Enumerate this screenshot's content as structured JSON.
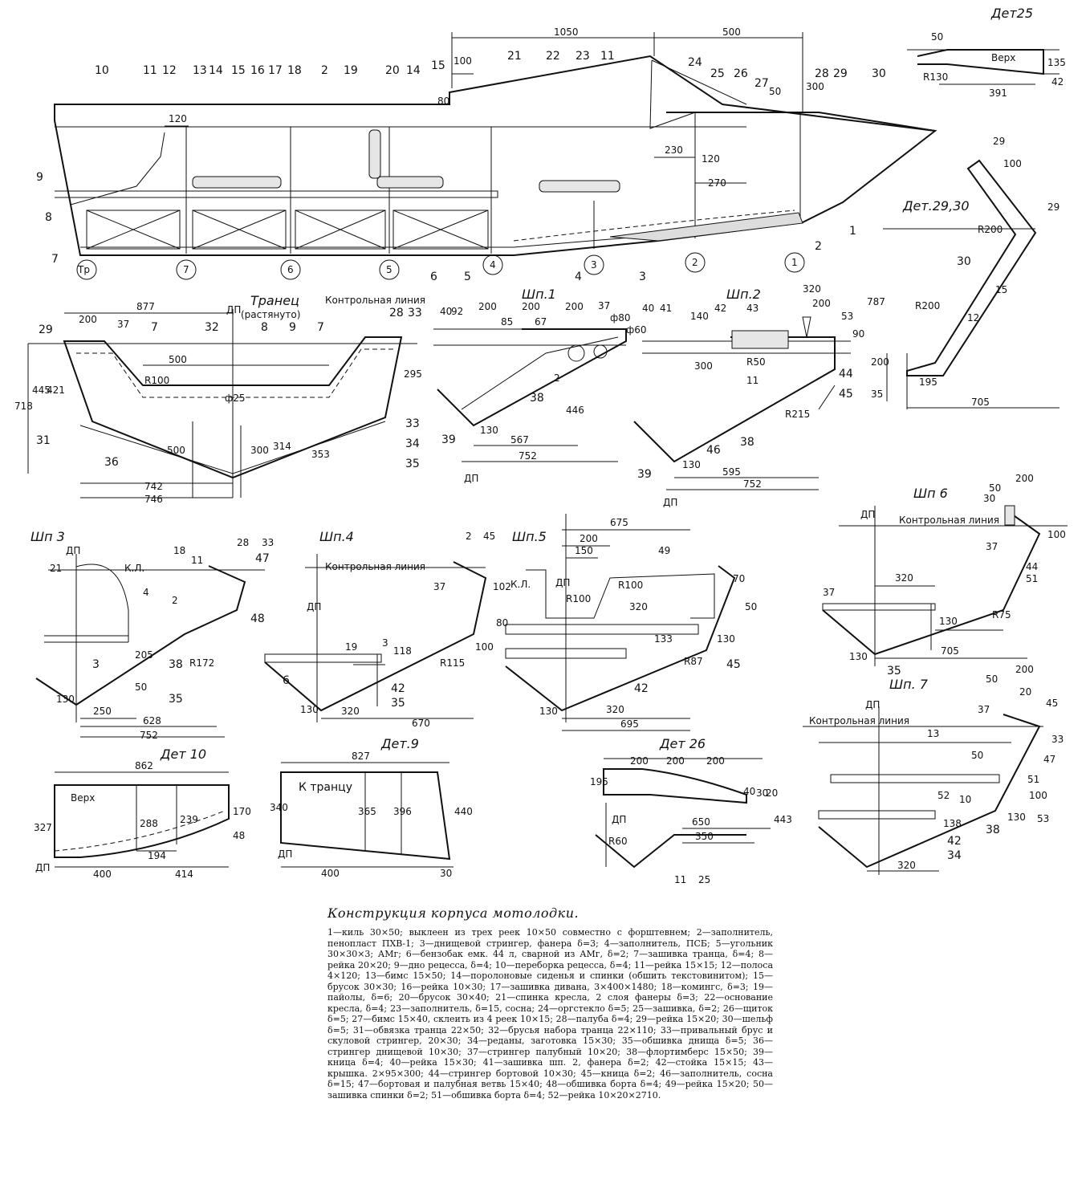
{
  "views": {
    "profile": {
      "dims": [
        "1050",
        "500",
        "100",
        "80",
        "120",
        "50",
        "300",
        "230",
        "120",
        "270"
      ],
      "callouts": [
        "10",
        "11",
        "12",
        "13",
        "14",
        "15",
        "16",
        "17",
        "18",
        "2",
        "19",
        "20",
        "14",
        "15",
        "21",
        "22",
        "23",
        "11",
        "24",
        "25",
        "26",
        "27",
        "28",
        "29",
        "30",
        "9",
        "8",
        "7",
        "1",
        "2",
        "3",
        "4",
        "5",
        "6",
        "3"
      ],
      "frames": [
        "Тр",
        "7",
        "6",
        "5",
        "4",
        "3",
        "2",
        "1"
      ]
    },
    "det25": {
      "title": "Дет25",
      "text": "Верх",
      "dims": [
        "50",
        "135",
        "R130",
        "391",
        "42"
      ]
    },
    "det2930": {
      "title": "Дет.29,30",
      "dims": [
        "100",
        "29",
        "29",
        "R200",
        "30",
        "15",
        "12",
        "R200",
        "787",
        "200",
        "35",
        "195",
        "705"
      ]
    },
    "transom": {
      "title": "Транец",
      "subtitle": "(растянуто)",
      "control": "Контрольная линия",
      "dp": "ДП",
      "dims": [
        "877",
        "200",
        "37",
        "500",
        "R100",
        "ф25",
        "718",
        "445",
        "421",
        "295",
        "500",
        "300",
        "314",
        "353",
        "742",
        "746"
      ],
      "callouts": [
        "29",
        "7",
        "32",
        "8",
        "9",
        "7",
        "28",
        "33",
        "31",
        "36",
        "33",
        "34",
        "35"
      ]
    },
    "shp1": {
      "title": "Шп.1",
      "dp": "ДП",
      "dims": [
        "40",
        "92",
        "200",
        "200",
        "200",
        "85",
        "67",
        "37",
        "ф80",
        "ф60",
        "2",
        "446",
        "130",
        "567",
        "752"
      ],
      "callouts": [
        "38",
        "39"
      ]
    },
    "shp2": {
      "title": "Шп.2",
      "dp": "ДП",
      "dims": [
        "320",
        "200",
        "40",
        "41",
        "140",
        "42",
        "43",
        "53",
        "90",
        "300",
        "R50",
        "11",
        "R215",
        "130",
        "595",
        "752"
      ],
      "callouts": [
        "44",
        "45",
        "38",
        "46",
        "39"
      ]
    },
    "shp3": {
      "title": "Шп 3",
      "dp": "ДП",
      "kl": "К.Л.",
      "dims": [
        "21",
        "18",
        "11",
        "28",
        "33",
        "4",
        "2",
        "205",
        "R172",
        "50",
        "130",
        "250",
        "628",
        "752"
      ],
      "callouts": [
        "47",
        "48",
        "3",
        "38",
        "35"
      ]
    },
    "shp4": {
      "title": "Шп.4",
      "dp": "ДП",
      "control": "Контрольная линия",
      "dims": [
        "2",
        "45",
        "37",
        "102",
        "19",
        "3",
        "118",
        "R115",
        "100",
        "130",
        "320",
        "670"
      ],
      "callouts": [
        "6",
        "42",
        "35"
      ]
    },
    "shp5": {
      "title": "Шп.5",
      "dp": "ДП",
      "kl": "К.Л.",
      "dims": [
        "675",
        "200",
        "150",
        "R100",
        "R100",
        "320",
        "80",
        "49",
        "70",
        "50",
        "133",
        "130",
        "R87",
        "130",
        "320",
        "695"
      ],
      "callouts": [
        "42",
        "45"
      ]
    },
    "shp6": {
      "title": "Шп 6",
      "dp": "ДП",
      "control": "Контрольная линия",
      "dims": [
        "200",
        "50",
        "30",
        "37",
        "100",
        "44",
        "51",
        "320",
        "37",
        "130",
        "R75",
        "130",
        "705"
      ],
      "callouts": [
        "35"
      ]
    },
    "shp7": {
      "title": "Шп. 7",
      "dp": "ДП",
      "control": "Контрольная линия",
      "dims": [
        "200",
        "50",
        "20",
        "13",
        "37",
        "45",
        "33",
        "50",
        "47",
        "51",
        "52",
        "10",
        "138",
        "100",
        "130",
        "53",
        "320"
      ],
      "callouts": [
        "42",
        "38",
        "34"
      ]
    },
    "det10": {
      "title": "Дет 10",
      "text": "Верх",
      "dp": "ДП",
      "dims": [
        "862",
        "327",
        "288",
        "239",
        "170",
        "48",
        "194",
        "400",
        "414"
      ]
    },
    "det9": {
      "title": "Дет.9",
      "text": "К транцу",
      "dp": "ДП",
      "dims": [
        "827",
        "340",
        "365",
        "396",
        "440",
        "400",
        "30"
      ]
    },
    "det26": {
      "title": "Дет 26",
      "dp": "ДП",
      "dims": [
        "200",
        "200",
        "200",
        "195",
        "40",
        "30",
        "20",
        "443",
        "650",
        "350",
        "R60",
        "11",
        "25"
      ]
    }
  },
  "caption": {
    "title": "Конструкция корпуса мотолодки.",
    "body": "1—киль 30×50; выклеен из трех реек 10×50 совместно с форштевнем; 2—заполнитель, пенопласт ПХВ-1; 3—днищевой стрингер, фанера δ=3; 4—заполнитель, ПСБ; 5—угольник 30×30×3; АМг; 6—бензобак емк. 44 л, сварной из АМг, δ=2; 7—зашивка транца, δ=4; 8—рейка 20×20; 9—дно рецесса, δ=4; 10—переборка рецесса, δ=4; 11—рейка 15×15; 12—полоса 4×120; 13—бимс 15×50; 14—поролоновые сиденья и спинки (обшить текстовинитом); 15—брусок 30×30; 16—рейка 10×30; 17—зашивка дивана, 3×400×1480; 18—комингс, δ=3; 19—пайолы, δ=6; 20—брусок 30×40; 21—спинка кресла, 2 слоя фанеры δ=3; 22—основание кресла, δ=4; 23—заполнитель, δ=15, сосна; 24—оргстекло δ=5; 25—зашивка, δ=2; 26—щиток δ=5; 27—бимс 15×40, склеить из 4 реек 10×15; 28—палуба δ=4; 29—рейка 15×20; 30—шельф δ=5; 31—обвязка транца 22×50; 32—брусья набора транца 22×110; 33—привальный брус и скуловой стрингер, 20×30; 34—реданы, заготовка 15×30; 35—обшивка днища δ=5; 36—стрингер днищевой 10×30; 37—стрингер палубный 10×20; 38—флортимберс 15×50; 39—кница δ=4; 40—рейка 15×30; 41—зашивка шп. 2, фанера δ=2; 42—стойка 15×15; 43—крышка. 2×95×300; 44—стрингер бортовой 10×30; 45—кница δ=2; 46—заполнитель, сосна δ=15; 47—бортовая и палубная ветвь 15×40; 48—обшивка борта δ=4; 49—рейка 15×20; 50—зашивка спинки δ=2; 51—обшивка борта δ=4; 52—рейка 10×20×2710."
  }
}
